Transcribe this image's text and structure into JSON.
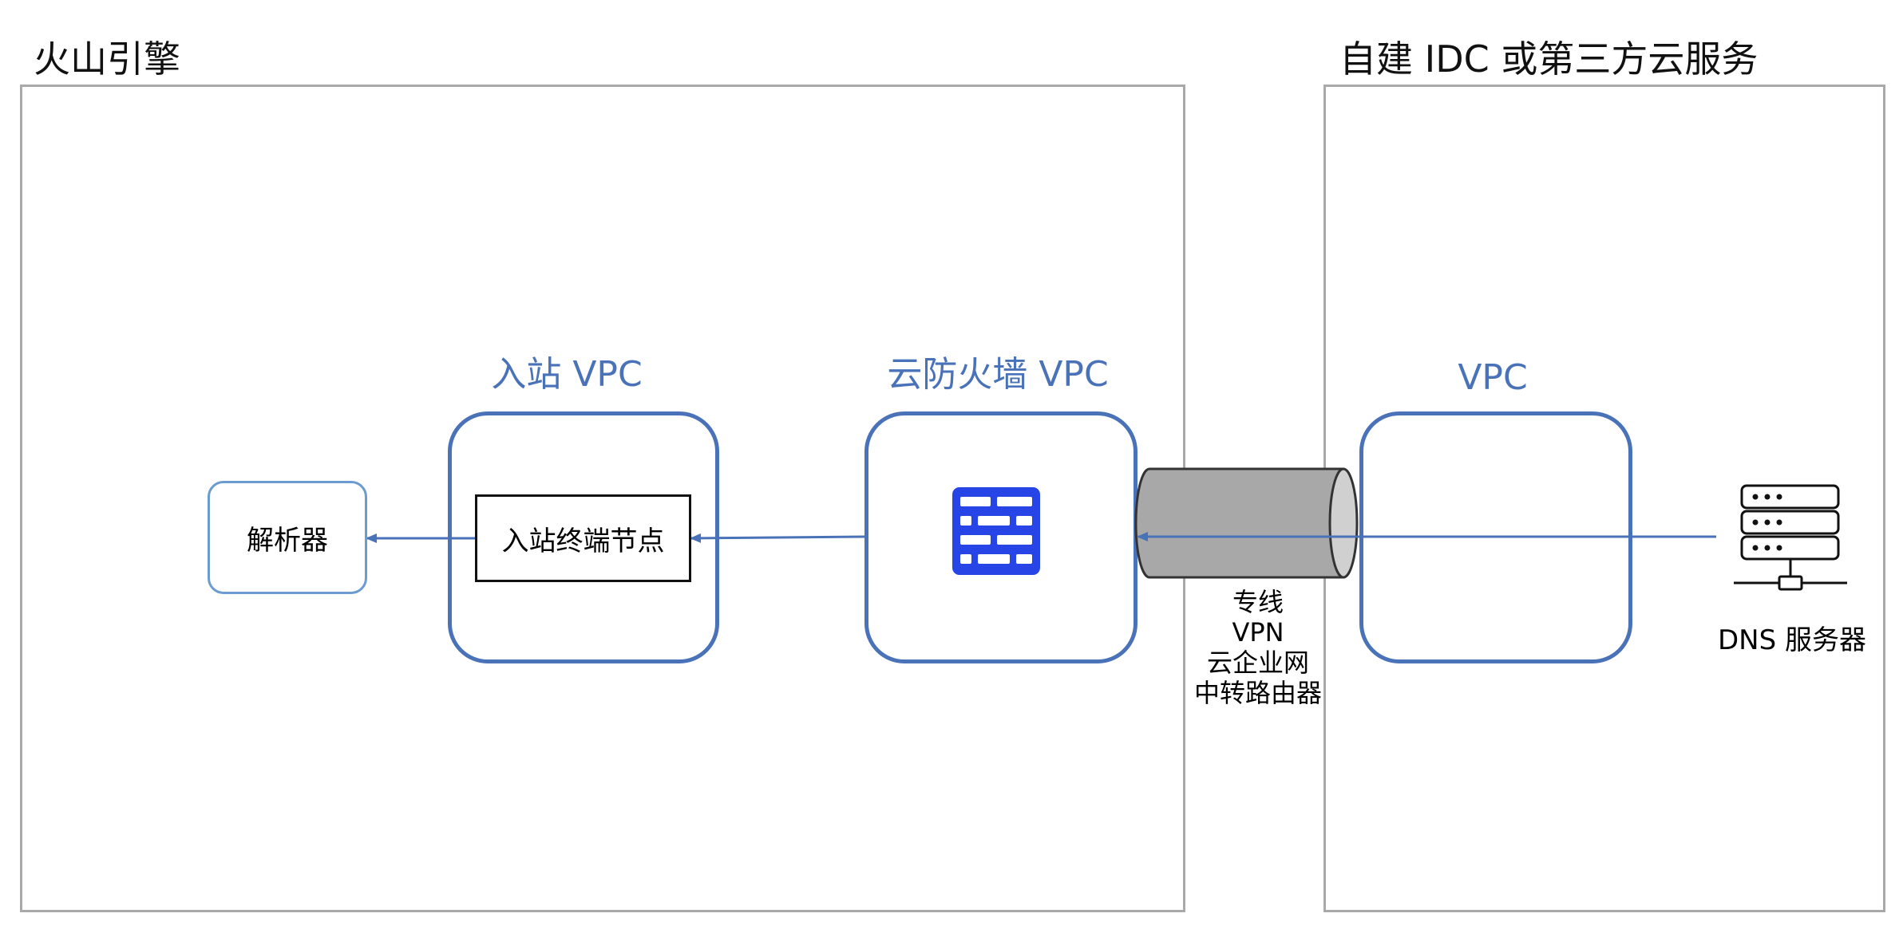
{
  "regions": {
    "left_title": "火山引擎",
    "right_title": "自建 IDC 或第三方云服务"
  },
  "vpcs": {
    "inbound_title": "入站 VPC",
    "firewall_title": "云防火墙 VPC",
    "external_title": "VPC"
  },
  "nodes": {
    "parser": "解析器",
    "inbound_endpoint": "入站终端节点",
    "dns_server": "DNS 服务器"
  },
  "link": {
    "labels": [
      "专线",
      "VPN",
      "云企业网",
      "中转路由器"
    ]
  },
  "icons": {
    "firewall": "firewall-brick-icon",
    "dns_server": "server-rack-icon"
  },
  "colors": {
    "accent_blue": "#4a72b8",
    "parser_border": "#6b9bd0",
    "firewall_fill": "#2745e6",
    "tunnel_fill": "#a8a8a8",
    "region_border": "#a9a9a9"
  }
}
